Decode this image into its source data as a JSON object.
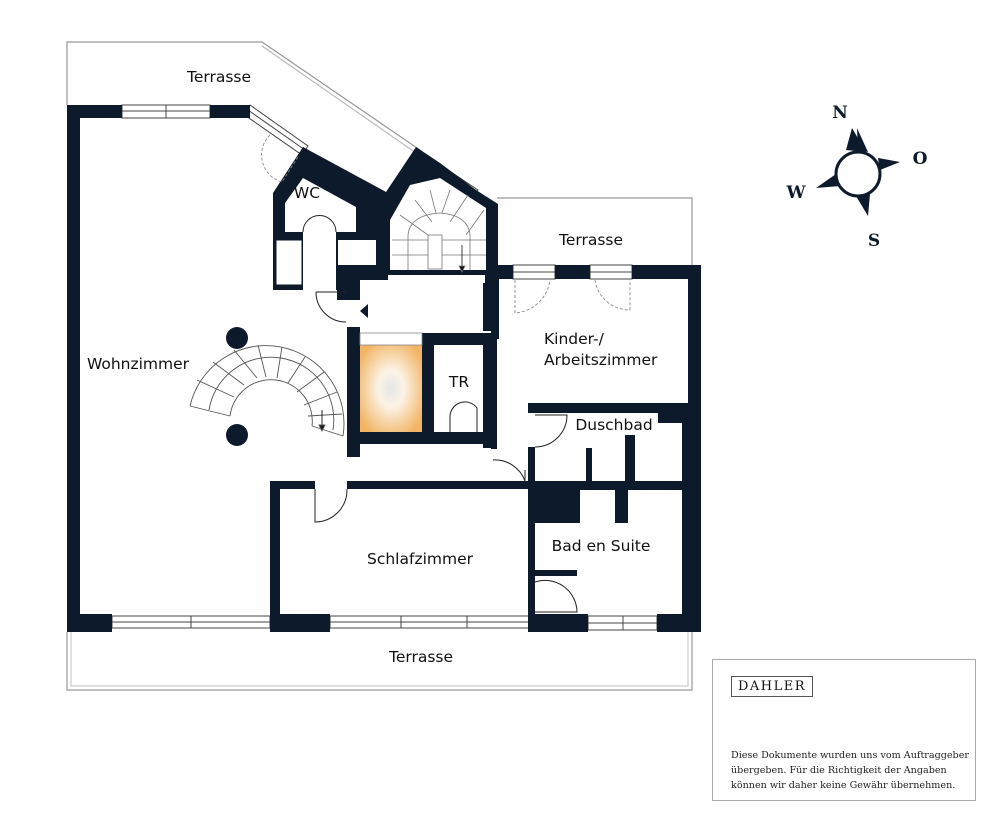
{
  "rooms": {
    "terrace_top": "Terrasse",
    "terrace_right": "Terrasse",
    "terrace_bottom": "Terrasse",
    "wc": "WC",
    "living": "Wohnzimmer",
    "kids_line1": "Kinder-/",
    "kids_line2": "Arbeitszimmer",
    "tr": "TR",
    "shower": "Duschbad",
    "bedroom": "Schlafzimmer",
    "ensuite": "Bad en Suite"
  },
  "compass": {
    "n": "N",
    "o": "O",
    "s": "S",
    "w": "W"
  },
  "brand": {
    "logo": "DAHLER"
  },
  "disclaimer": "Diese Dokumente wurden uns vom Auftraggeber übergeben. Für die Richtigkeit der Angaben können wir daher keine Gewähr übernehmen.",
  "colors": {
    "wall": "#0d1a2b",
    "fireplace": "#f2b463"
  }
}
